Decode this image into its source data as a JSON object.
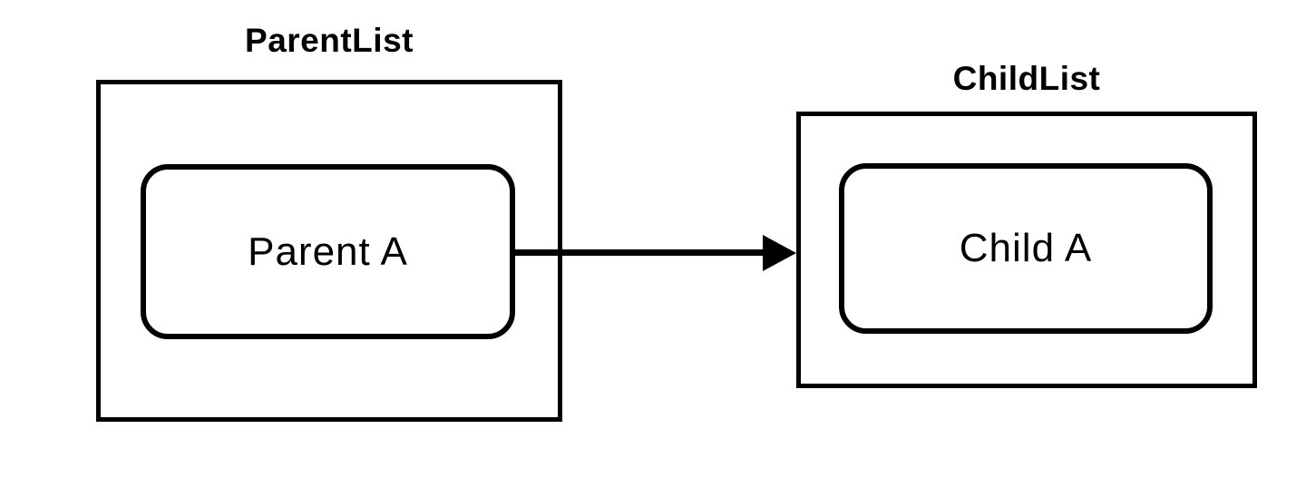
{
  "diagram": {
    "background": "#ffffff",
    "stroke_color": "#000000",
    "text_color": "#000000"
  },
  "groups": [
    {
      "title": "ParentList",
      "node": "Parent A"
    },
    {
      "title": "ChildList",
      "node": "Child A"
    }
  ],
  "edge": {
    "type": "arrow",
    "from": "Parent A",
    "to": "Child A",
    "direction": "right"
  }
}
